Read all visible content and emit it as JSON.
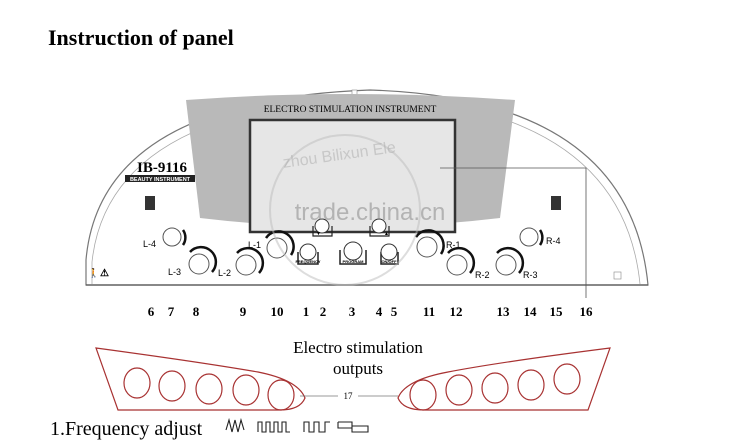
{
  "page_title": "Instruction of panel",
  "device": {
    "header": "ELECTRO STIMULATION INSTRUMENT",
    "model": "IB-9116",
    "model_badge": "BEAUTY INSTRUMENT",
    "buttons": {
      "frequency": "FREQUENCY",
      "program": "PROGRAM",
      "onoff": "ON/OFF"
    },
    "knobs": {
      "l4": "L-4",
      "l3": "L-3",
      "l2": "L-2",
      "l1": "L-1",
      "r1": "R-1",
      "r2": "R-2",
      "r3": "R-3",
      "r4": "R-4"
    },
    "callouts": [
      "6",
      "7",
      "8",
      "9",
      "10",
      "1",
      "2",
      "3",
      "4",
      "5",
      "11",
      "12",
      "13",
      "14",
      "15",
      "16"
    ]
  },
  "outputs": {
    "title_line1": "Electro stimulation",
    "title_line2": "outputs",
    "callout": "17"
  },
  "legend": {
    "item1": "1.Frequency adjust"
  },
  "watermark": {
    "text": "trade.china.cn",
    "stamp": "zhou Bilixun Ele"
  },
  "colors": {
    "outline": "#444444",
    "outputs_outline": "#a83232",
    "panel_gray": "#b9b9b9",
    "lcd": "#e6e6e6"
  }
}
